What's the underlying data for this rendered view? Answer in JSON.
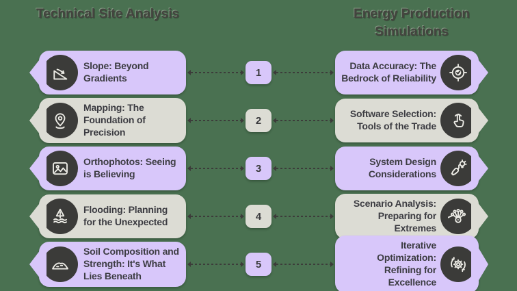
{
  "left_column": {
    "title": "Technical Site Analysis"
  },
  "right_column": {
    "title": "Energy Production Simulations"
  },
  "rows": [
    {
      "number": "1",
      "theme": "purple",
      "left": {
        "label": "Slope: Beyond Gradients",
        "icon": "slope-icon"
      },
      "right": {
        "label": "Data Accuracy: The Bedrock of Reliability",
        "icon": "target-check-icon"
      }
    },
    {
      "number": "2",
      "theme": "gray",
      "left": {
        "label": "Mapping: The Foundation of Precision",
        "icon": "map-pin-icon"
      },
      "right": {
        "label": "Software Selection: Tools of the Trade",
        "icon": "tap-hand-icon"
      }
    },
    {
      "number": "3",
      "theme": "purple",
      "left": {
        "label": "Orthophotos: Seeing is Believing",
        "icon": "photo-icon"
      },
      "right": {
        "label": "System Design Considerations",
        "icon": "plug-bulb-icon"
      }
    },
    {
      "number": "4",
      "theme": "gray",
      "left": {
        "label": "Flooding: Planning for the Unexpected",
        "icon": "flood-warning-icon"
      },
      "right": {
        "label": "Scenario Analysis: Preparing for Extremes",
        "icon": "branching-nodes-icon"
      }
    },
    {
      "number": "5",
      "theme": "purple",
      "left": {
        "label": "Soil Composition and Strength: It's What Lies Beneath",
        "icon": "soil-mound-icon"
      },
      "right": {
        "label": "Iterative Optimization: Refining for Excellence",
        "icon": "gear-cycle-icon"
      }
    }
  ],
  "colors": {
    "background": "#4a7151",
    "purple": "#d8c7fa",
    "gray": "#dcdcd4",
    "dark_circle": "#3b3b39",
    "text": "#3c3c42",
    "connector": "#3c3c3a"
  }
}
